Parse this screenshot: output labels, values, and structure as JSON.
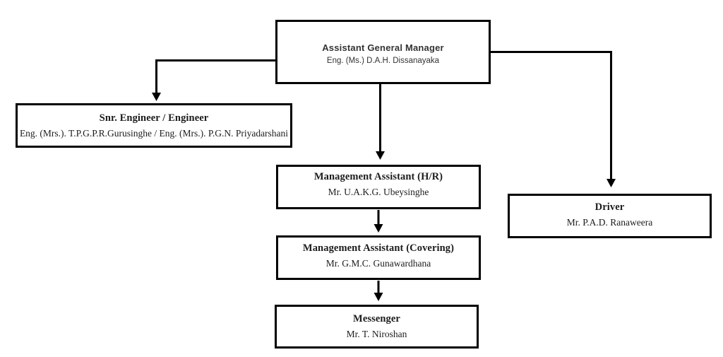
{
  "org_chart": {
    "type": "org-chart",
    "nodes": [
      {
        "id": "agm",
        "title": "Assistant General Manager",
        "person": "Eng. (Ms.) D.A.H. Dissanayaka"
      },
      {
        "id": "snr_engineer",
        "title": "Snr. Engineer / Engineer",
        "person": "Eng. (Mrs.). T.P.G.P.R.Gurusinghe / Eng. (Mrs.). P.G.N. Priyadarshani"
      },
      {
        "id": "ma_hr",
        "title": "Management Assistant (H/R)",
        "person": "Mr. U.A.K.G. Ubeysinghe"
      },
      {
        "id": "ma_covering",
        "title": "Management Assistant (Covering)",
        "person": "Mr. G.M.C. Gunawardhana"
      },
      {
        "id": "messenger",
        "title": "Messenger",
        "person": "Mr. T. Niroshan"
      },
      {
        "id": "driver",
        "title": "Driver",
        "person": "Mr. P.A.D. Ranaweera"
      }
    ],
    "edges": [
      {
        "from": "agm",
        "to": "snr_engineer"
      },
      {
        "from": "agm",
        "to": "ma_hr"
      },
      {
        "from": "agm",
        "to": "driver"
      },
      {
        "from": "ma_hr",
        "to": "ma_covering"
      },
      {
        "from": "ma_covering",
        "to": "messenger"
      }
    ],
    "colors": {
      "background": "#ffffff",
      "box_border": "#000000",
      "connector_line": "#000000",
      "serif_text": "#1c1c1c",
      "sans_text": "#333333"
    }
  }
}
